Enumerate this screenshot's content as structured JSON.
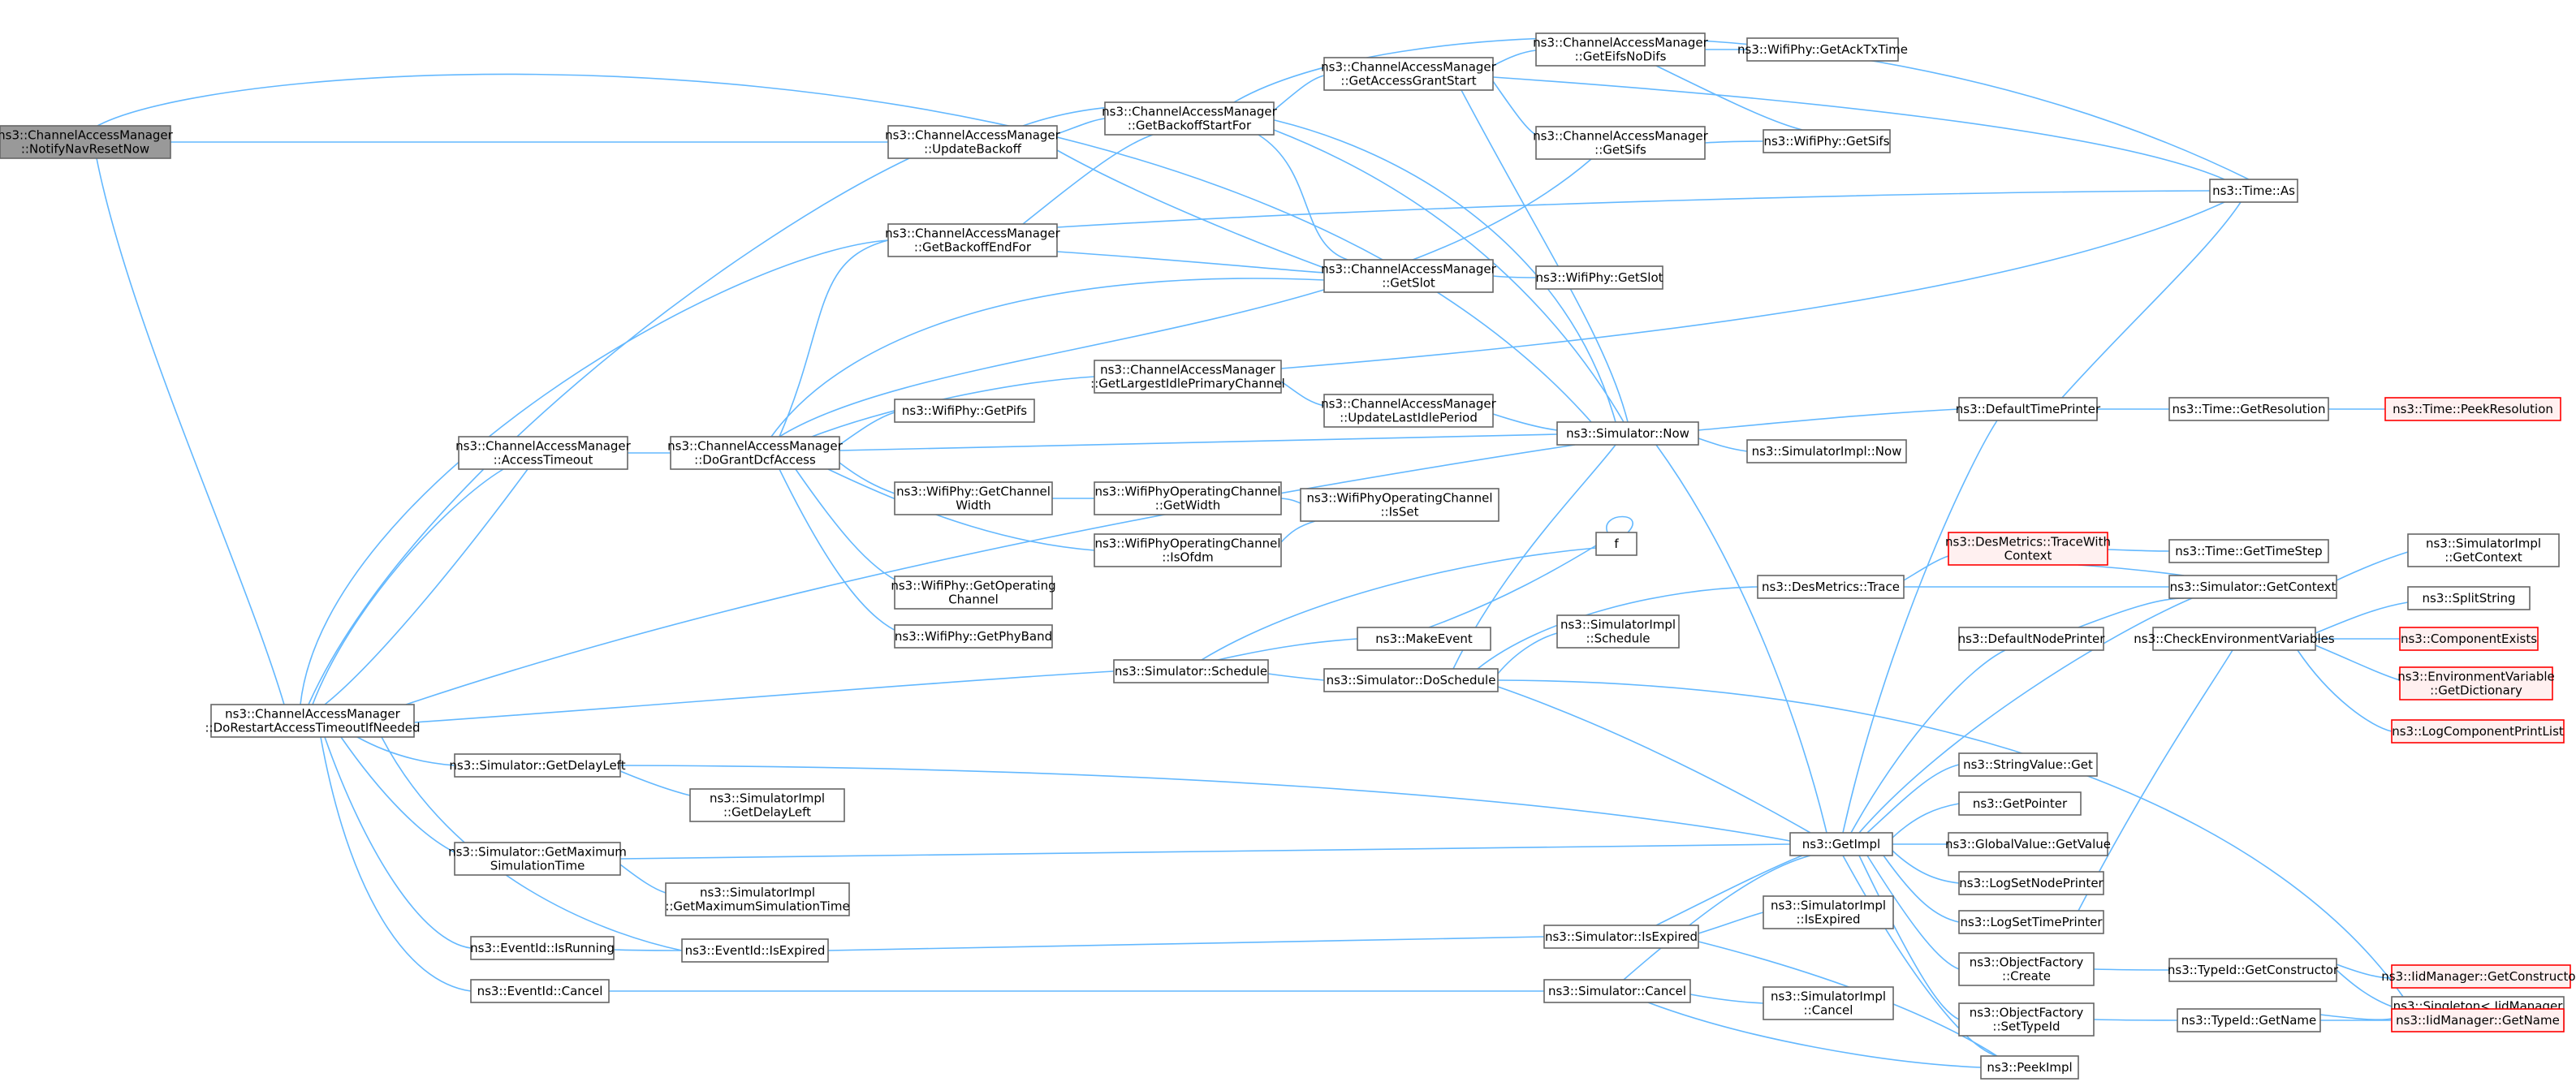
{
  "colors": {
    "edge": "#63b8ff",
    "node_border": "#666666",
    "root_fill": "#999999",
    "missing_border": "#ff0000",
    "missing_fill": "#fff0f0"
  },
  "nodes": {
    "root": {
      "lines": [
        "ns3::ChannelAccessManager",
        "::NotifyNavResetNow"
      ]
    },
    "doRestart": {
      "lines": [
        "ns3::ChannelAccessManager",
        "::DoRestartAccessTimeoutIfNeeded"
      ]
    },
    "updateBackoff": {
      "lines": [
        "ns3::ChannelAccessManager",
        "::UpdateBackoff"
      ]
    },
    "getBackoffEndFor": {
      "lines": [
        "ns3::ChannelAccessManager",
        "::GetBackoffEndFor"
      ]
    },
    "accessTimeout": {
      "lines": [
        "ns3::ChannelAccessManager",
        "::AccessTimeout"
      ]
    },
    "doGrantDcf": {
      "lines": [
        "ns3::ChannelAccessManager",
        "::DoGrantDcfAccess"
      ]
    },
    "getBackoffStartFor": {
      "lines": [
        "ns3::ChannelAccessManager",
        "::GetBackoffStartFor"
      ]
    },
    "getAccessGrantStart": {
      "lines": [
        "ns3::ChannelAccessManager",
        "::GetAccessGrantStart"
      ]
    },
    "getEifsNoDifs": {
      "lines": [
        "ns3::ChannelAccessManager",
        "::GetEifsNoDifs"
      ]
    },
    "getAckTxTime": {
      "lines": [
        "ns3::WifiPhy::GetAckTxTime"
      ]
    },
    "getSifsCam": {
      "lines": [
        "ns3::ChannelAccessManager",
        "::GetSifs"
      ]
    },
    "wifiGetSifs": {
      "lines": [
        "ns3::WifiPhy::GetSifs"
      ]
    },
    "timeAs": {
      "lines": [
        "ns3::Time::As"
      ]
    },
    "getSlotCam": {
      "lines": [
        "ns3::ChannelAccessManager",
        "::GetSlot"
      ]
    },
    "wifiGetSlot": {
      "lines": [
        "ns3::WifiPhy::GetSlot"
      ]
    },
    "getLargestIdle": {
      "lines": [
        "ns3::ChannelAccessManager",
        "::GetLargestIdlePrimaryChannel"
      ]
    },
    "updateLastIdle": {
      "lines": [
        "ns3::ChannelAccessManager",
        "::UpdateLastIdlePeriod"
      ]
    },
    "getPifs": {
      "lines": [
        "ns3::WifiPhy::GetPifs"
      ]
    },
    "simNow": {
      "lines": [
        "ns3::Simulator::Now"
      ]
    },
    "simImplNow": {
      "lines": [
        "ns3::SimulatorImpl::Now"
      ]
    },
    "defaultTimePrinter": {
      "lines": [
        "ns3::DefaultTimePrinter"
      ]
    },
    "timeGetRes": {
      "lines": [
        "ns3::Time::GetResolution"
      ]
    },
    "timePeekRes": {
      "lines": [
        "ns3::Time::PeekResolution"
      ]
    },
    "getChannelWidth": {
      "lines": [
        "ns3::WifiPhy::GetChannel",
        "Width"
      ]
    },
    "opChGetWidth": {
      "lines": [
        "ns3::WifiPhyOperatingChannel",
        "::GetWidth"
      ]
    },
    "opChIsSet": {
      "lines": [
        "ns3::WifiPhyOperatingChannel",
        "::IsSet"
      ]
    },
    "opChIsOfdm": {
      "lines": [
        "ns3::WifiPhyOperatingChannel",
        "::IsOfdm"
      ]
    },
    "getOpChannel": {
      "lines": [
        "ns3::WifiPhy::GetOperating",
        "Channel"
      ]
    },
    "getPhyBand": {
      "lines": [
        "ns3::WifiPhy::GetPhyBand"
      ]
    },
    "f": {
      "lines": [
        "f"
      ]
    },
    "desTraceWith": {
      "lines": [
        "ns3::DesMetrics::TraceWith",
        "Context"
      ]
    },
    "timeGetTimeStep": {
      "lines": [
        "ns3::Time::GetTimeStep"
      ]
    },
    "desTrace": {
      "lines": [
        "ns3::DesMetrics::Trace"
      ]
    },
    "simGetContext": {
      "lines": [
        "ns3::Simulator::GetContext"
      ]
    },
    "simImplGetContext": {
      "lines": [
        "ns3::SimulatorImpl",
        "::GetContext"
      ]
    },
    "makeEvent": {
      "lines": [
        "ns3::MakeEvent"
      ]
    },
    "simImplSchedule": {
      "lines": [
        "ns3::SimulatorImpl",
        "::Schedule"
      ]
    },
    "defaultNodePrinter": {
      "lines": [
        "ns3::DefaultNodePrinter"
      ]
    },
    "checkEnv": {
      "lines": [
        "ns3::CheckEnvironmentVariables"
      ]
    },
    "splitString": {
      "lines": [
        "ns3::SplitString"
      ]
    },
    "componentExists": {
      "lines": [
        "ns3::ComponentExists"
      ]
    },
    "envVarDict": {
      "lines": [
        "ns3::EnvironmentVariable",
        "::GetDictionary"
      ]
    },
    "logCompPrintList": {
      "lines": [
        "ns3::LogComponentPrintList"
      ]
    },
    "simSchedule": {
      "lines": [
        "ns3::Simulator::Schedule"
      ]
    },
    "simDoSchedule": {
      "lines": [
        "ns3::Simulator::DoSchedule"
      ]
    },
    "simGetDelayLeft": {
      "lines": [
        "ns3::Simulator::GetDelayLeft"
      ]
    },
    "simImplGetDelayLeft": {
      "lines": [
        "ns3::SimulatorImpl",
        "::GetDelayLeft"
      ]
    },
    "stringValueGet": {
      "lines": [
        "ns3::StringValue::Get"
      ]
    },
    "getPointer": {
      "lines": [
        "ns3::GetPointer"
      ]
    },
    "getImpl": {
      "lines": [
        "ns3::GetImpl"
      ]
    },
    "globalValueGet": {
      "lines": [
        "ns3::GlobalValue::GetValue"
      ]
    },
    "simGetMaxSim": {
      "lines": [
        "ns3::Simulator::GetMaximum",
        "SimulationTime"
      ]
    },
    "simImplGetMaxSim": {
      "lines": [
        "ns3::SimulatorImpl",
        "::GetMaximumSimulationTime"
      ]
    },
    "logSetNodePrinter": {
      "lines": [
        "ns3::LogSetNodePrinter"
      ]
    },
    "simImplIsExpired": {
      "lines": [
        "ns3::SimulatorImpl",
        "::IsExpired"
      ]
    },
    "logSetTimePrinter": {
      "lines": [
        "ns3::LogSetTimePrinter"
      ]
    },
    "eventIsRunning": {
      "lines": [
        "ns3::EventId::IsRunning"
      ]
    },
    "eventIsExpired": {
      "lines": [
        "ns3::EventId::IsExpired"
      ]
    },
    "simIsExpired": {
      "lines": [
        "ns3::Simulator::IsExpired"
      ]
    },
    "objFactCreate": {
      "lines": [
        "ns3::ObjectFactory",
        "::Create"
      ]
    },
    "iidGetConstructor": {
      "lines": [
        "ns3::IidManager::GetConstructor"
      ]
    },
    "typeIdGetConstructor": {
      "lines": [
        "ns3::TypeId::GetConstructor"
      ]
    },
    "singletonGet": {
      "lines": [
        "ns3::Singleton< IidManager",
        " >::Get"
      ]
    },
    "eventCancel": {
      "lines": [
        "ns3::EventId::Cancel"
      ]
    },
    "simCancel": {
      "lines": [
        "ns3::Simulator::Cancel"
      ]
    },
    "simImplCancel": {
      "lines": [
        "ns3::SimulatorImpl",
        "::Cancel"
      ]
    },
    "objFactSetTypeId": {
      "lines": [
        "ns3::ObjectFactory",
        "::SetTypeId"
      ]
    },
    "typeIdGetName": {
      "lines": [
        "ns3::TypeId::GetName"
      ]
    },
    "iidGetName": {
      "lines": [
        "ns3::IidManager::GetName"
      ]
    },
    "peekImpl": {
      "lines": [
        "ns3::PeekImpl"
      ]
    }
  }
}
